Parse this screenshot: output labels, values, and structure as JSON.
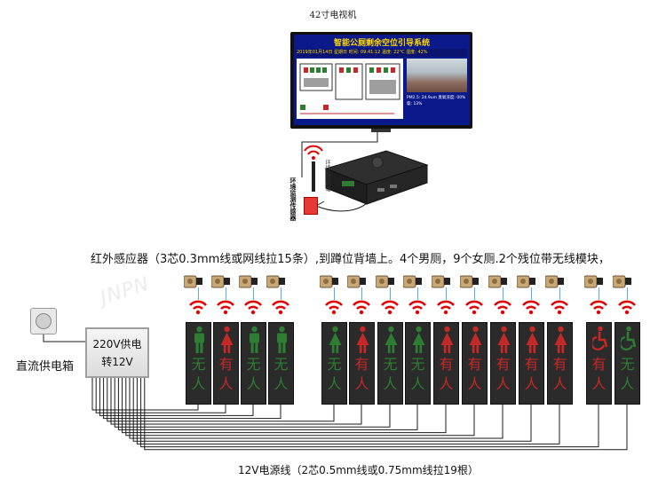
{
  "tv": {
    "caption": "42寸电视机",
    "screen_title": "智能公厕剩余空位引导系统",
    "info_bar": "2019年01月14日  星期日  时间: 09:41:12      温度: 22°C       湿度: 42%",
    "data_lines": [
      "PM2.5: 24.9um   臭氧浓度: 00%",
      "氨: 13%"
    ]
  },
  "env_sensor": {
    "label": "环境监测传感器",
    "sub_label": "环境监测终端"
  },
  "captions": {
    "main": "红外感应器（3芯0.3mm线或网线拉15条）,到蹲位背墙上。4个男厕，9个女厕.2个残位带无线模块，",
    "power": "12V电源线（2芯0.5mm线或0.75mm线拉19根）"
  },
  "psu": {
    "line1": "220V供电",
    "line2": "转12V",
    "label": "直流供电箱"
  },
  "watermark": "JNPN",
  "panels": [
    {
      "icon": "male",
      "status_1": "无",
      "status_2": "人",
      "color": "#2e7d32"
    },
    {
      "icon": "female",
      "status_1": "有",
      "status_2": "人",
      "color": "#c62828"
    },
    {
      "icon": "male",
      "status_1": "无",
      "status_2": "人",
      "color": "#2e7d32"
    },
    {
      "icon": "male",
      "status_1": "无",
      "status_2": "人",
      "color": "#2e7d32"
    },
    {
      "icon": "female",
      "status_1": "无",
      "status_2": "人",
      "color": "#2e7d32"
    },
    {
      "icon": "female",
      "status_1": "有",
      "status_2": "人",
      "color": "#c62828"
    },
    {
      "icon": "female",
      "status_1": "无",
      "status_2": "人",
      "color": "#2e7d32"
    },
    {
      "icon": "female",
      "status_1": "无",
      "status_2": "人",
      "color": "#2e7d32"
    },
    {
      "icon": "female",
      "status_1": "有",
      "status_2": "人",
      "color": "#c62828"
    },
    {
      "icon": "female",
      "status_1": "有",
      "status_2": "人",
      "color": "#c62828"
    },
    {
      "icon": "female",
      "status_1": "有",
      "status_2": "人",
      "color": "#c62828"
    },
    {
      "icon": "female",
      "status_1": "有",
      "status_2": "人",
      "color": "#c62828"
    },
    {
      "icon": "female",
      "status_1": "有",
      "status_2": "人",
      "color": "#c62828"
    },
    {
      "icon": "wheelchair",
      "status_1": "有",
      "status_2": "人",
      "color": "#c62828"
    },
    {
      "icon": "wheelchair",
      "status_1": "无",
      "status_2": "人",
      "color": "#2e7d32"
    }
  ],
  "colors": {
    "occupied": "#c62828",
    "vacant": "#2e7d32",
    "wifi": "#e30000",
    "wire": "#1a1a1a",
    "sensor_wire": "#5aa9e6"
  }
}
